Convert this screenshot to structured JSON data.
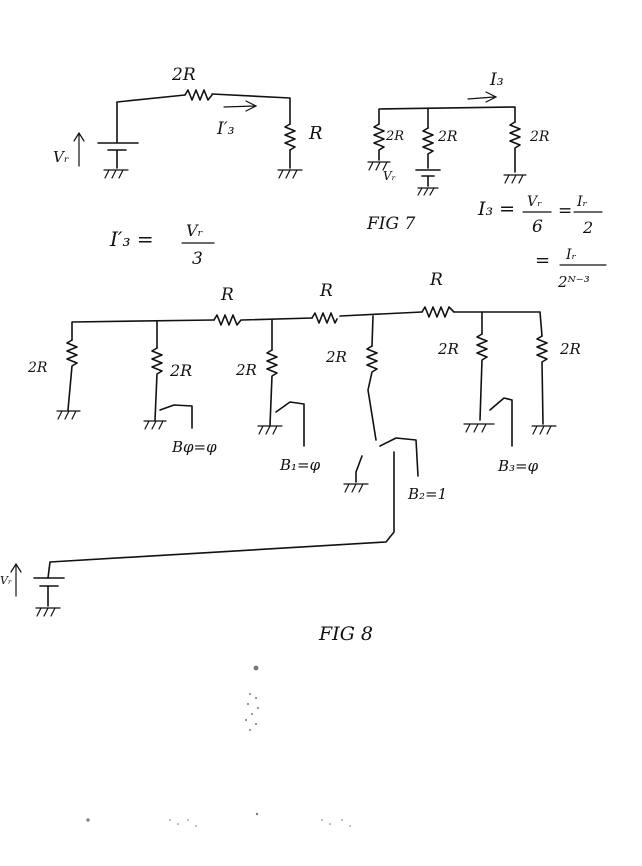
{
  "fig_top": {
    "resistor_top": "2R",
    "resistor_right": "R",
    "current": "I′₃",
    "source": "Vᵣ",
    "equation_lhs": "I′₃ =",
    "equation_num": "Vᵣ",
    "equation_den": "3"
  },
  "fig7": {
    "current": "I₃",
    "r1": "2R",
    "r2": "2R",
    "r3": "2R",
    "source": "Vᵣ",
    "caption": "FIG 7",
    "eq_lhs": "I₃ =",
    "eq_num1": "Vᵣ",
    "eq_den1": "6",
    "eq_eq": "=",
    "eq_num2": "Iᵣ",
    "eq_den2": "2",
    "eq2_eq": "=",
    "eq2_num": "Iᵣ",
    "eq2_den": "2ᴺ⁻³"
  },
  "fig8": {
    "series_r1": "R",
    "series_r2": "R",
    "series_r3": "R",
    "shunt_r0": "2R",
    "shunt_r1": "2R",
    "shunt_r2": "2R",
    "shunt_r3": "2R",
    "shunt_r4": "2R",
    "shunt_r5": "2R",
    "b0": "Bφ=φ",
    "b1": "B₁=φ",
    "b2": "B₂=1",
    "b3": "B₃=φ",
    "source": "Vᵣ",
    "caption": "FIG 8"
  }
}
